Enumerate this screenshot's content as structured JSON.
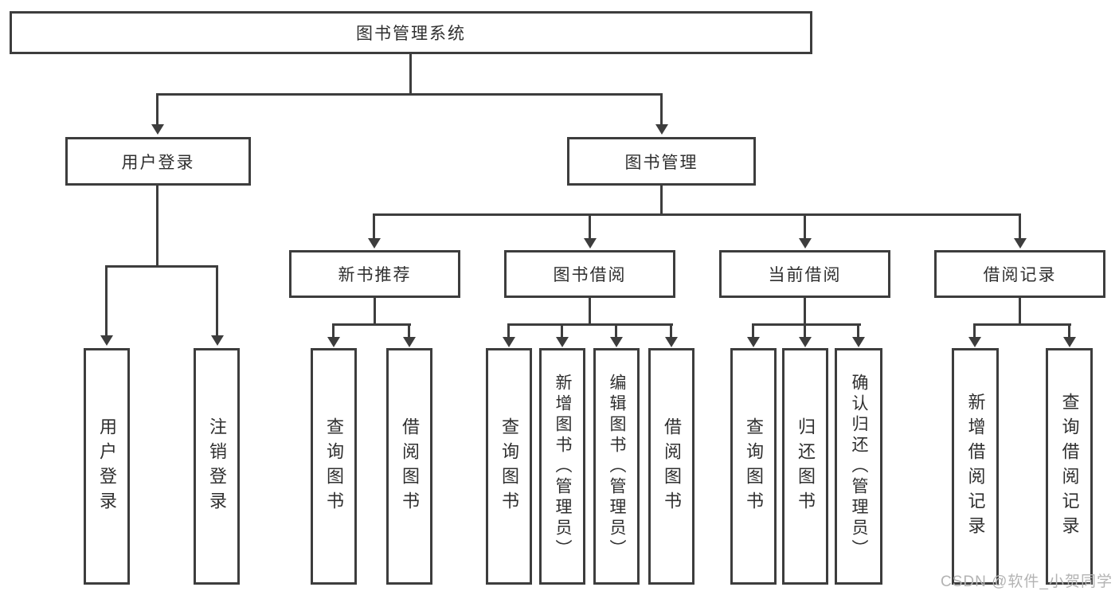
{
  "tree": {
    "root": {
      "label": "图书管理系统",
      "children": [
        {
          "label": "用户登录",
          "children": [
            {
              "label": "用户登录"
            },
            {
              "label": "注销登录"
            }
          ]
        },
        {
          "label": "图书管理",
          "children": [
            {
              "label": "新书推荐",
              "children": [
                {
                  "label": "查询图书"
                },
                {
                  "label": "借阅图书"
                }
              ]
            },
            {
              "label": "图书借阅",
              "children": [
                {
                  "label": "查询图书"
                },
                {
                  "label": "新增图书（管理员）"
                },
                {
                  "label": "编辑图书（管理员）"
                },
                {
                  "label": "借阅图书"
                }
              ]
            },
            {
              "label": "当前借阅",
              "children": [
                {
                  "label": "查询图书"
                },
                {
                  "label": "归还图书"
                },
                {
                  "label": "确认归还（管理员）"
                }
              ]
            },
            {
              "label": "借阅记录",
              "children": [
                {
                  "label": "新增借阅记录"
                },
                {
                  "label": "查询借阅记录"
                }
              ]
            }
          ]
        }
      ]
    }
  },
  "watermark": {
    "text": "CSDN @软件_小贺同学"
  },
  "colors": {
    "line": "#3d3d3d",
    "text": "#2f2f2f",
    "watermark": "#b3b3b3",
    "background": "#ffffff"
  }
}
